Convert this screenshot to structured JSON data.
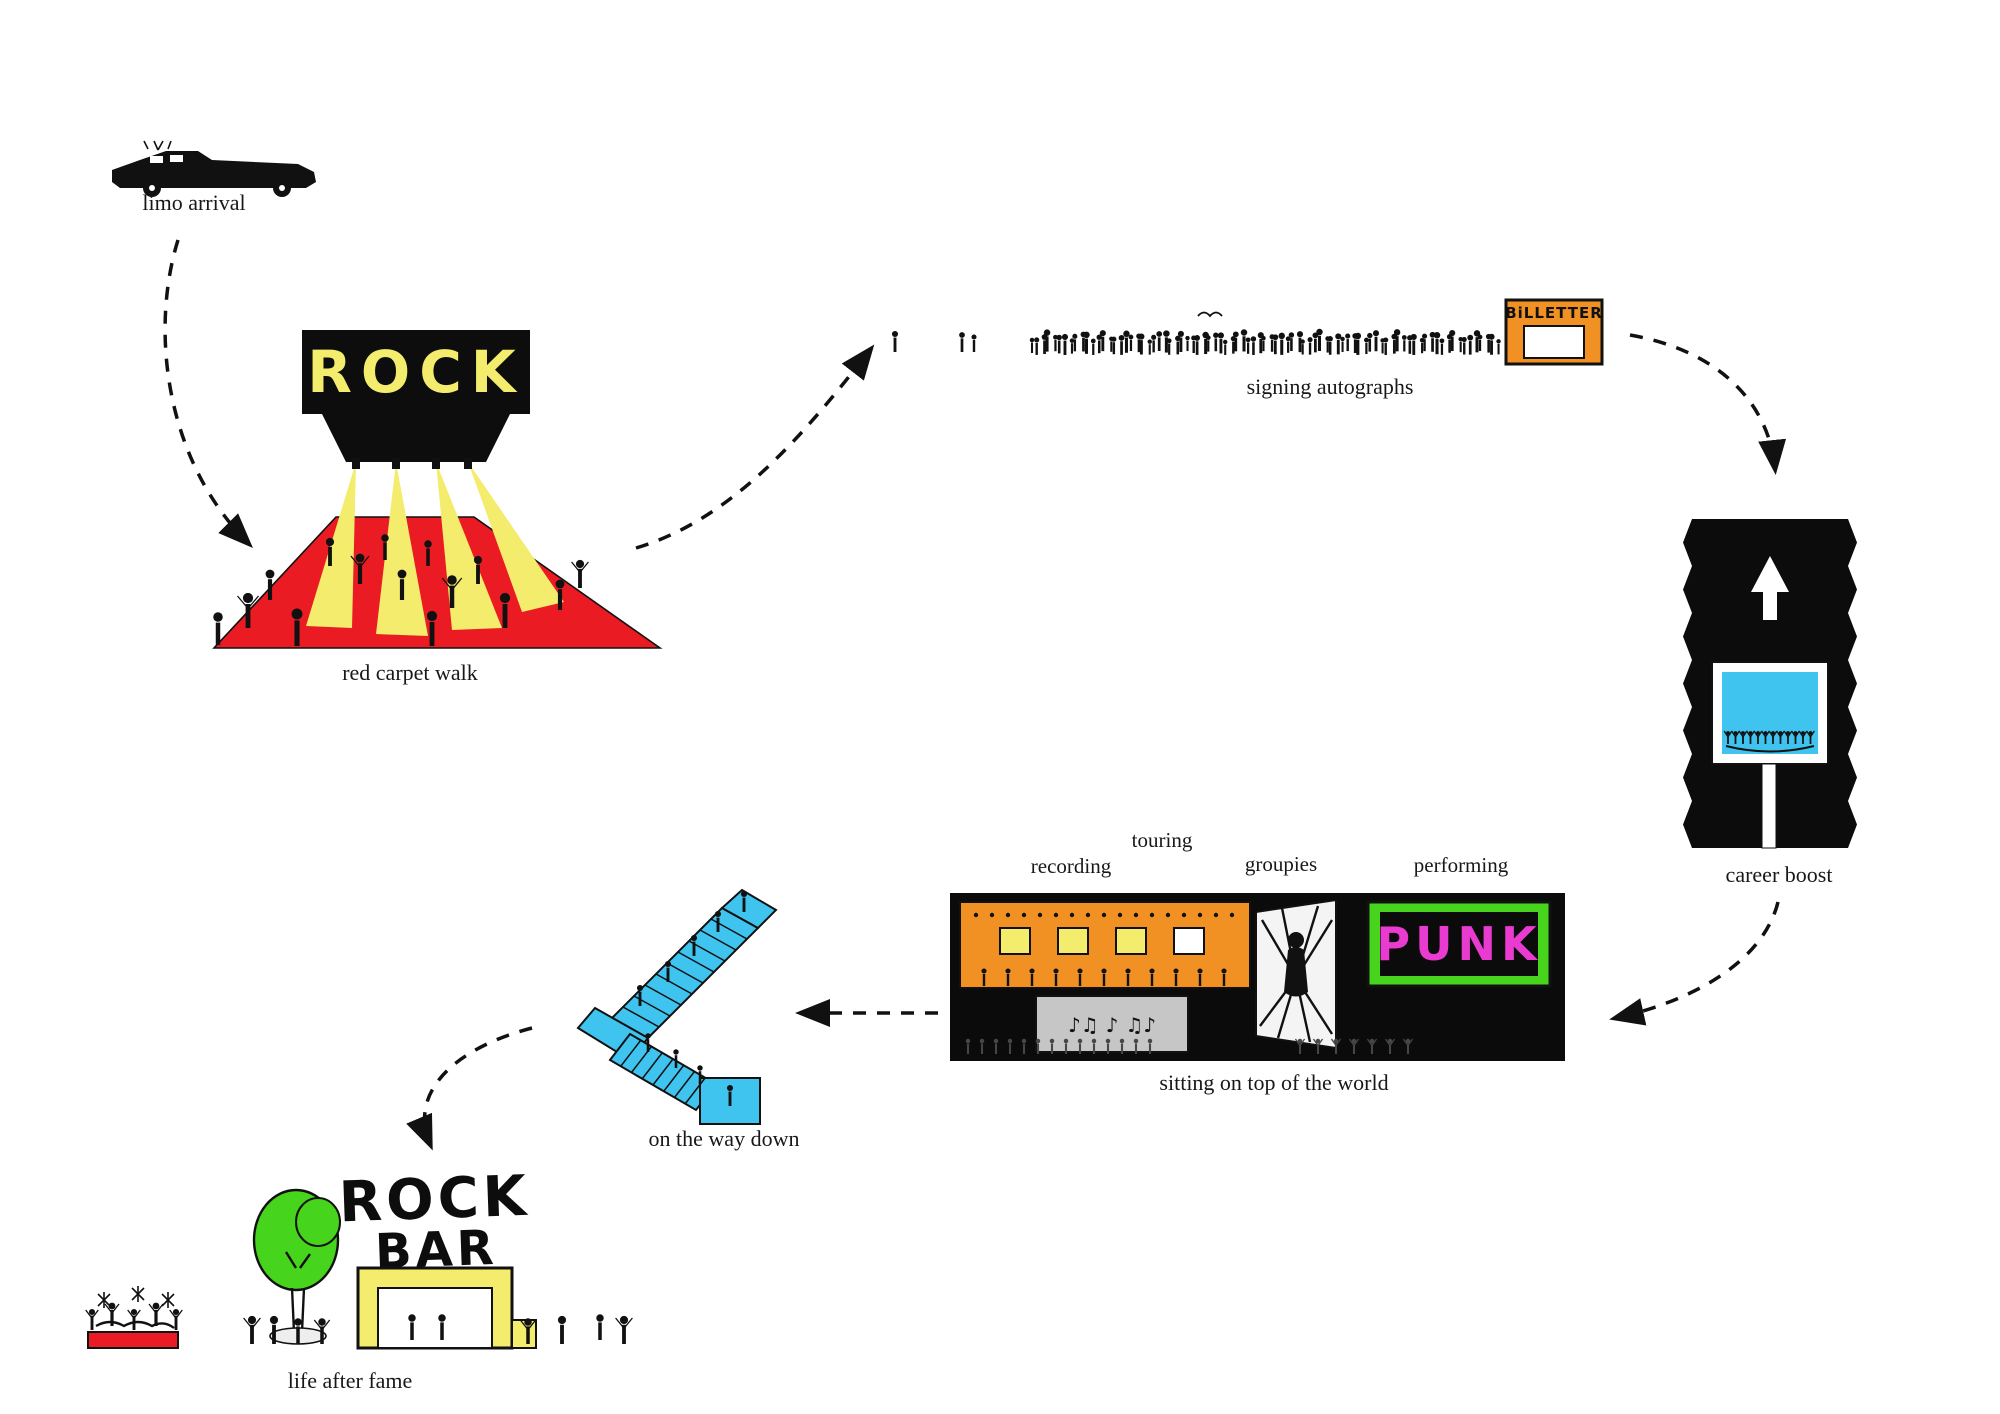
{
  "diagram": {
    "kind": "hand-drawn rock star lifecycle diagram",
    "background": "#ffffff"
  },
  "colors": {
    "ink": "#111111",
    "red": "#ea1b23",
    "pale_yellow": "#f3ec6d",
    "orange": "#f29123",
    "cyan": "#3fc4f0",
    "green": "#46d41d",
    "magenta": "#e93bd0",
    "gray": "#c6c6c6"
  },
  "nodes": {
    "limo": {
      "label": "limo arrival"
    },
    "red_carpet": {
      "label": "red carpet walk",
      "sign": "ROCK"
    },
    "autographs": {
      "label": "signing autographs",
      "booth": "BiLLETTER"
    },
    "career_boost": {
      "label": "career boost"
    },
    "top_world": {
      "label": "sitting on top of the world",
      "recording": "recording",
      "touring": "touring",
      "groupies": "groupies",
      "performing": "performing",
      "stage_sign": "PUNK",
      "notes": "♪♫ ♪ ♫♪"
    },
    "way_down": {
      "label": "on the way down"
    },
    "after_fame": {
      "label": "life after fame",
      "sign_top": "ROCK",
      "sign_bottom": "BAR"
    }
  }
}
